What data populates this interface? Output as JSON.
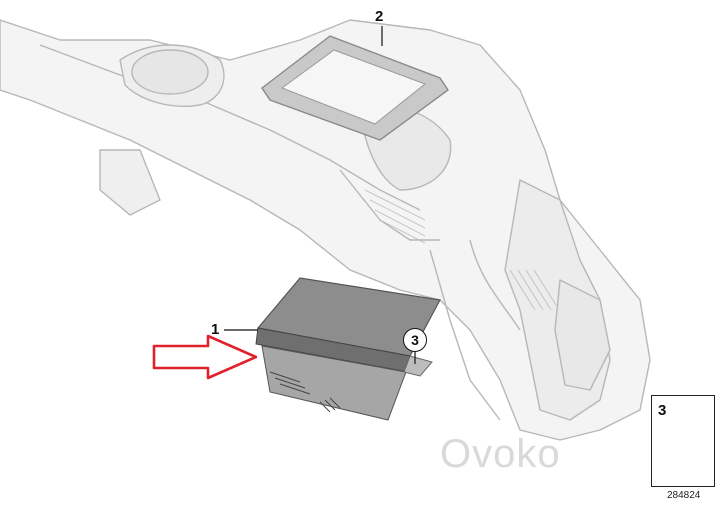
{
  "diagram": {
    "callouts": [
      {
        "number": "1",
        "part": "display-unit"
      },
      {
        "number": "2",
        "part": "display-frame"
      },
      {
        "number": "3",
        "part": "screw"
      }
    ],
    "legend": {
      "number": "3"
    },
    "diagram_id": "284824",
    "watermark": "Ovoko",
    "colors": {
      "dashboard_line": "#b9b9b9",
      "dashboard_fill": "#f3f3f3",
      "display_fill": "#8a8a8a",
      "frame_fill": "#c8c8c8",
      "arrow": "#e0212b"
    }
  }
}
